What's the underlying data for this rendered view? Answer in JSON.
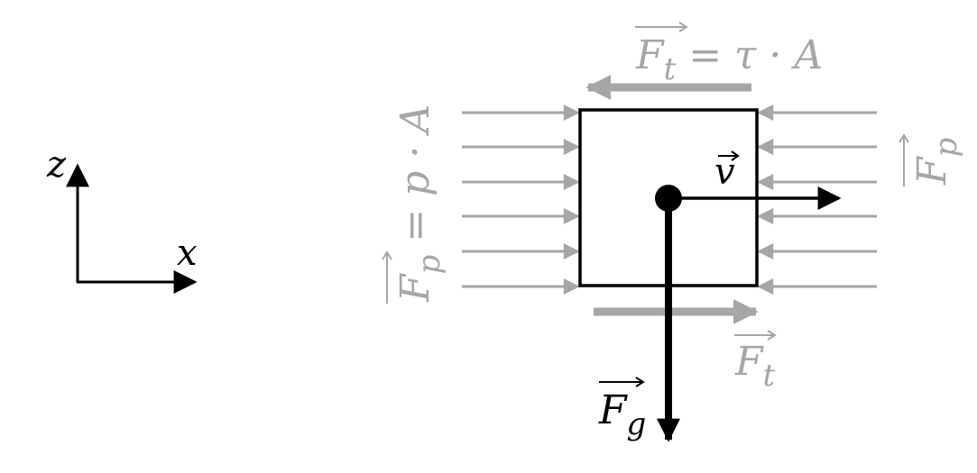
{
  "axes": {
    "z_label": "z",
    "x_label": "x"
  },
  "labels": {
    "shear_top": {
      "vec": "F",
      "sub": "t",
      "rest": " = τ · A"
    },
    "pressure_left": {
      "vec": "F",
      "sub": "p",
      "rest": " = p · A"
    },
    "pressure_right": {
      "vec": "F",
      "sub": "p"
    },
    "velocity": {
      "vec": "v"
    },
    "shear_bottom": {
      "vec": "F",
      "sub": "t"
    },
    "gravity": {
      "vec": "F",
      "sub": "g"
    }
  },
  "colors": {
    "primary": "#000000",
    "secondary": "#a6a6a6"
  }
}
